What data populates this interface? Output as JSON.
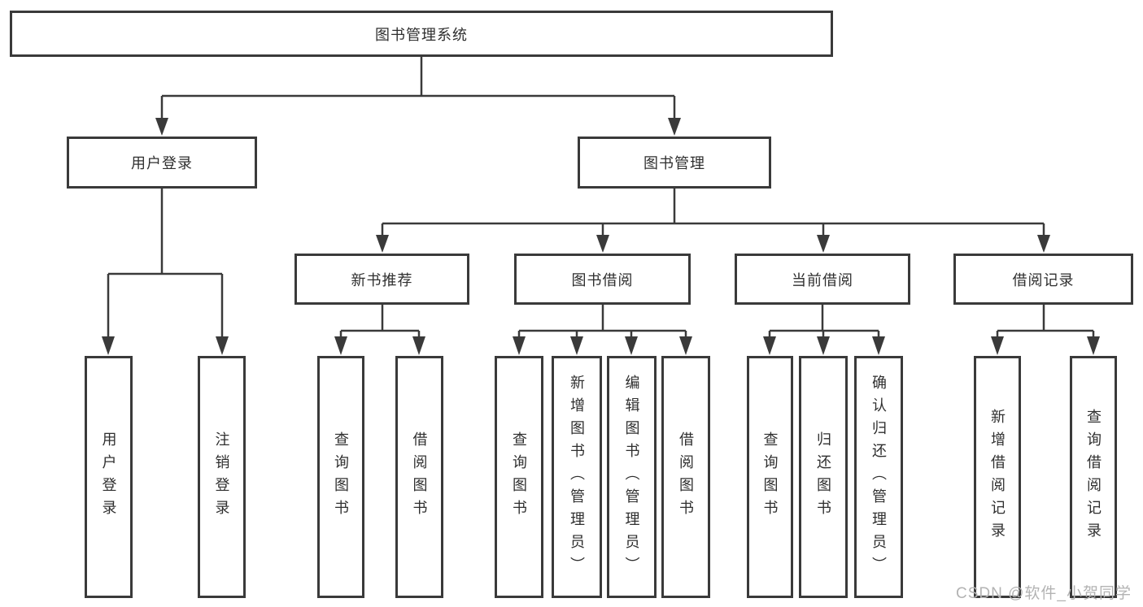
{
  "diagram": {
    "root": "图书管理系统",
    "level2": {
      "user_login": "用户登录",
      "book_management": "图书管理"
    },
    "level3": {
      "new_books": "新书推荐",
      "borrowing": "图书借阅",
      "current": "当前借阅",
      "records": "借阅记录"
    },
    "leaves": {
      "user_login": [
        "用户登录",
        "注销登录"
      ],
      "new_books": [
        "查询图书",
        "借阅图书"
      ],
      "borrowing": [
        "查询图书",
        "新增图书（管理员）",
        "编辑图书（管理员）",
        "借阅图书"
      ],
      "current": [
        "查询图书",
        "归还图书",
        "确认归还（管理员）"
      ],
      "records": [
        "新增借阅记录",
        "查询借阅记录"
      ]
    },
    "watermark": "CSDN @软件_小贺同学",
    "colors": {
      "line": "#3a3a3a",
      "text": "#2f2f2f",
      "box_background": "#ffffff",
      "watermark": "#b3b3b3",
      "page_background": "#ffffff"
    }
  }
}
